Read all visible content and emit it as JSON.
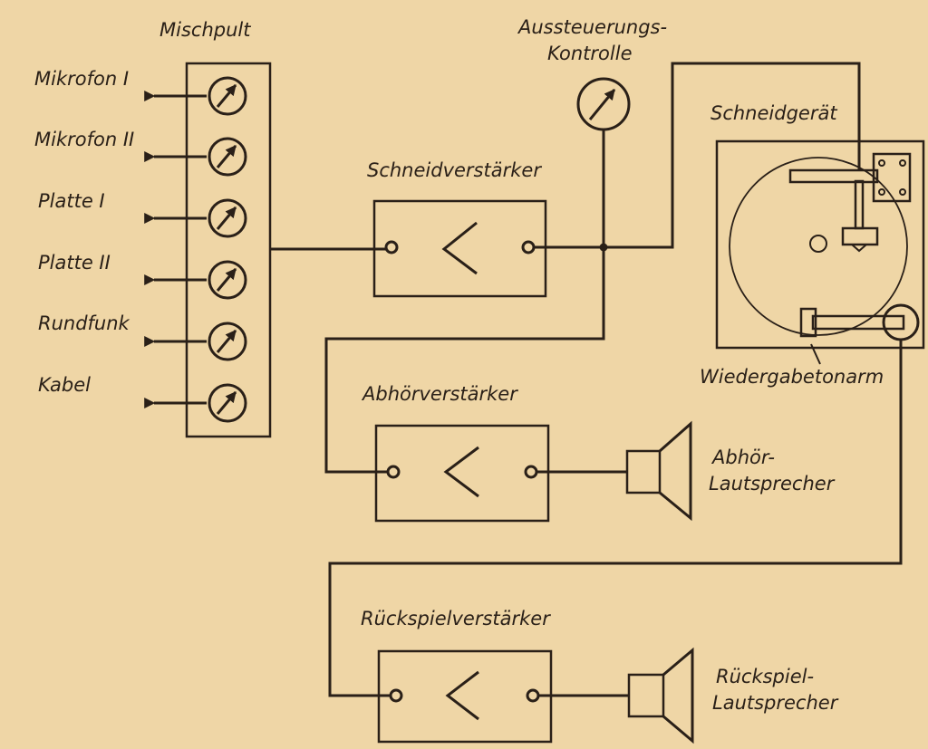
{
  "mixer": {
    "title": "Mischpult",
    "inputs": [
      "Mikrofon I",
      "Mikrofon II",
      "Platte I",
      "Platte II",
      "Rundfunk",
      "Kabel"
    ]
  },
  "level_meter": {
    "line1": "Aussteuerungs-",
    "line2": "Kontrolle"
  },
  "cutting_amp": {
    "title": "Schneidverstärker",
    "symbol": "<"
  },
  "monitor_amp": {
    "title": "Abhörverstärker",
    "symbol": "<"
  },
  "playback_amp": {
    "title": "Rückspielverstärker",
    "symbol": "<"
  },
  "cutter": {
    "title": "Schneidgerät",
    "tonearm": "Wiedergabetonarm"
  },
  "monitor_speaker": {
    "line1": "Abhör-",
    "line2": "Lautsprecher"
  },
  "playback_speaker": {
    "line1": "Rückspiel-",
    "line2": "Lautsprecher"
  },
  "colors": {
    "paper": "#efd6a6",
    "ink": "#2a2018"
  },
  "icons": [
    "meter-dial-icon",
    "arrow-left-icon",
    "loudspeaker-icon",
    "turntable-icon",
    "amplifier-symbol-icon"
  ]
}
